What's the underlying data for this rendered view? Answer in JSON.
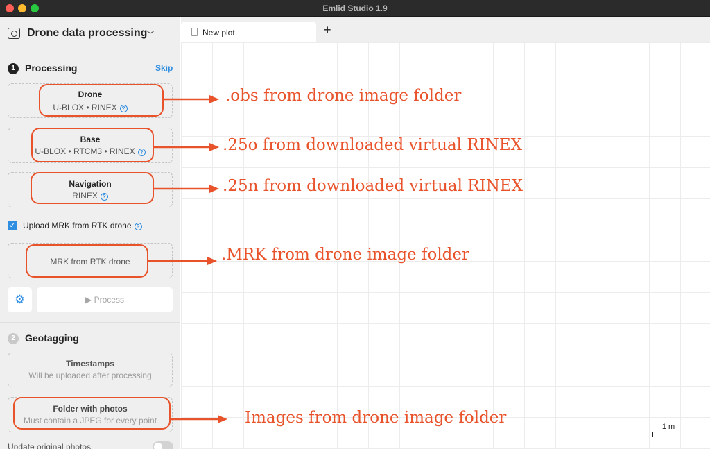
{
  "window": {
    "title": "Emlid Studio 1.9"
  },
  "sidebar": {
    "workspace_title": "Drone data processing",
    "processing": {
      "step": "1",
      "title": "Processing",
      "skip_label": "Skip",
      "drone": {
        "title": "Drone",
        "formats": "U-BLOX • RINEX"
      },
      "base": {
        "title": "Base",
        "formats": "U-BLOX • RTCM3 • RINEX"
      },
      "navigation": {
        "title": "Navigation",
        "formats": "RINEX"
      },
      "upload_mrk": {
        "label": "Upload MRK from RTK drone",
        "checked": true
      },
      "mrk": {
        "title": "MRK from RTK drone"
      },
      "process_label": "▶  Process"
    },
    "geotagging": {
      "step": "2",
      "title": "Geotagging",
      "timestamps": {
        "title": "Timestamps",
        "subtitle": "Will be uploaded after processing"
      },
      "photos": {
        "title": "Folder with photos",
        "subtitle": "Must contain a JPEG for every point"
      },
      "update_photos_label": "Update original photos"
    }
  },
  "tabs": [
    {
      "label": "New plot",
      "active": true
    }
  ],
  "plot": {
    "scale_label": "1 m"
  },
  "annotations": {
    "color": "#e8532b",
    "drone_note": ".obs from drone image folder",
    "base_note": ".25o from downloaded virtual RINEX",
    "navigation_note": ".25n from downloaded virtual RINEX",
    "mrk_note": ".MRK from drone image folder",
    "photos_note": "Images from drone image folder"
  },
  "colors": {
    "accent": "#2f8ee0",
    "sidebar_bg": "#efefef",
    "titlebar_bg": "#2b2b2b"
  },
  "icons": {
    "workspace": "camera-icon",
    "chevron": "chevron-down-icon",
    "help": "question-icon",
    "settings": "gear-icon",
    "tab": "document-icon",
    "add": "plus-icon"
  }
}
